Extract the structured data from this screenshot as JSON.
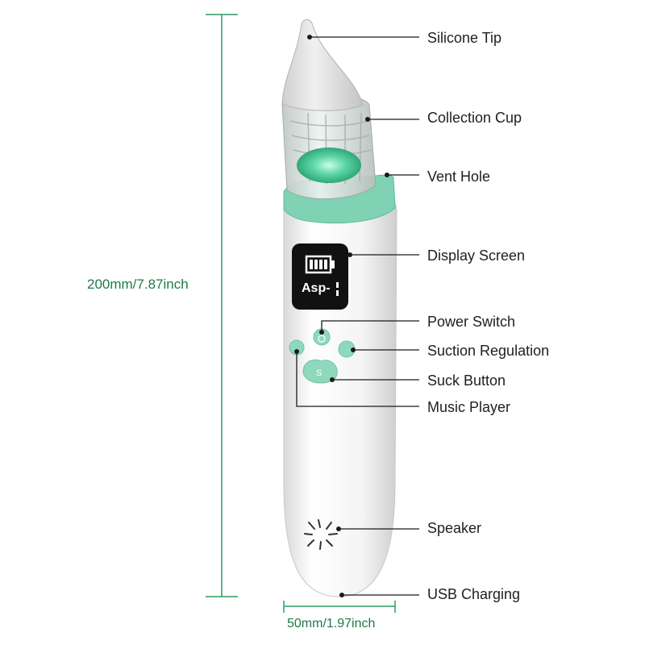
{
  "colors": {
    "accent": "#7fd3b4",
    "dimension_line": "#2e9a63",
    "leader_line": "#1a1a1a",
    "body": "#f2f2f2",
    "screen": "#111111"
  },
  "dimensions": {
    "height": "200mm/7.87inch",
    "width": "50mm/1.97inch"
  },
  "screen": {
    "mode": "Asp-",
    "icon": "battery-icon"
  },
  "buttons": {
    "suck_button_letter": "S"
  },
  "callouts": [
    {
      "key": "silicone_tip",
      "label": "Silicone Tip"
    },
    {
      "key": "collection_cup",
      "label": "Collection Cup"
    },
    {
      "key": "vent_hole",
      "label": "Vent Hole"
    },
    {
      "key": "display_screen",
      "label": "Display Screen"
    },
    {
      "key": "power_switch",
      "label": "Power Switch"
    },
    {
      "key": "suction_regulation",
      "label": "Suction Regulation"
    },
    {
      "key": "suck_button",
      "label": "Suck Button"
    },
    {
      "key": "music_player",
      "label": "Music Player"
    },
    {
      "key": "speaker",
      "label": "Speaker"
    },
    {
      "key": "usb_charging",
      "label": "USB Charging"
    }
  ]
}
